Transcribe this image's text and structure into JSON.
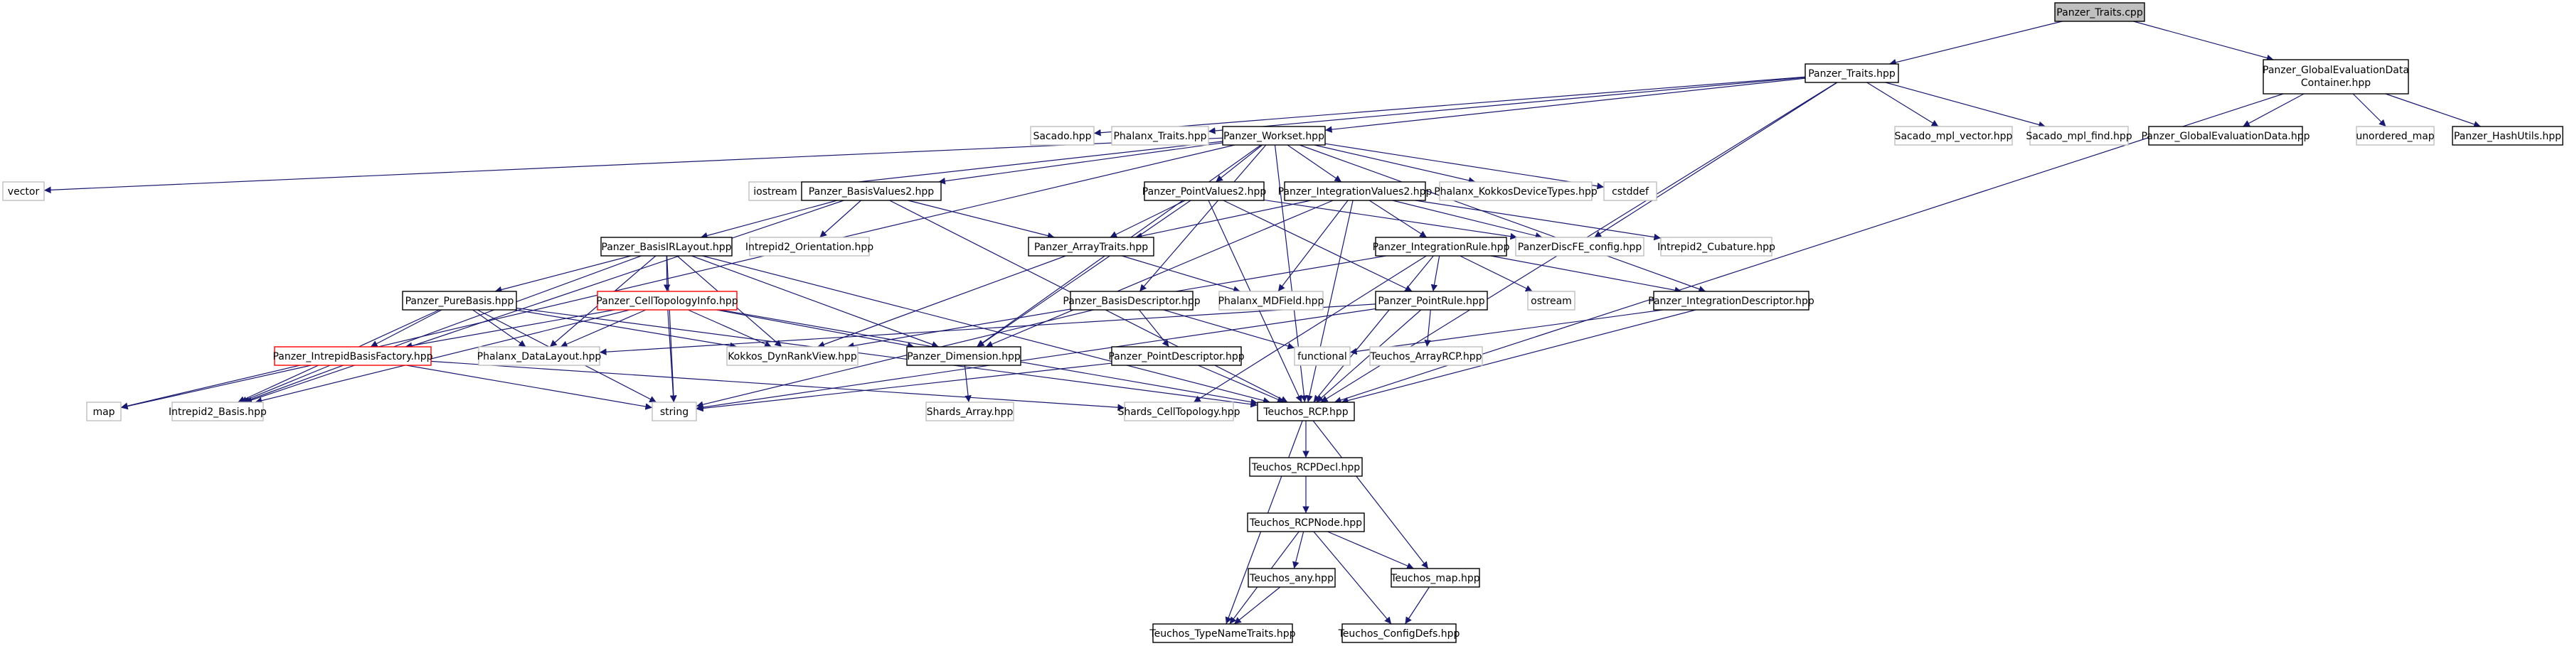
{
  "colors": {
    "edge": "#191970",
    "box_border": "#000000",
    "muted_border": "#bfbfbf",
    "red_border": "#ff0000",
    "root_fill": "#bfbfbf",
    "text": "#000000"
  },
  "nodes": [
    {
      "id": "n0",
      "label": "Panzer_Traits.cpp",
      "style": "root"
    },
    {
      "id": "n1",
      "label": "Panzer_Traits.hpp",
      "style": "normal"
    },
    {
      "id": "n2",
      "label": "Panzer_GlobalEvaluationData",
      "label2": "Container.hpp",
      "style": "normal"
    },
    {
      "id": "n3",
      "label": "Sacado.hpp",
      "style": "muted"
    },
    {
      "id": "n4",
      "label": "Phalanx_Traits.hpp",
      "style": "muted"
    },
    {
      "id": "n5",
      "label": "Panzer_Workset.hpp",
      "style": "normal"
    },
    {
      "id": "n6",
      "label": "Sacado_mpl_vector.hpp",
      "style": "muted"
    },
    {
      "id": "n7",
      "label": "Sacado_mpl_find.hpp",
      "style": "muted"
    },
    {
      "id": "n8",
      "label": "Panzer_GlobalEvaluationData.hpp",
      "style": "normal"
    },
    {
      "id": "n9",
      "label": "unordered_map",
      "style": "muted"
    },
    {
      "id": "n10",
      "label": "Panzer_HashUtils.hpp",
      "style": "normal"
    },
    {
      "id": "n11",
      "label": "vector",
      "style": "muted"
    },
    {
      "id": "n12",
      "label": "iostream",
      "style": "muted"
    },
    {
      "id": "n13",
      "label": "Panzer_BasisValues2.hpp",
      "style": "normal"
    },
    {
      "id": "n14",
      "label": "Panzer_PointValues2.hpp",
      "style": "normal"
    },
    {
      "id": "n15",
      "label": "Panzer_IntegrationValues2.hpp",
      "style": "normal"
    },
    {
      "id": "n16",
      "label": "Phalanx_KokkosDeviceTypes.hpp",
      "style": "muted"
    },
    {
      "id": "n17",
      "label": "cstddef",
      "style": "muted"
    },
    {
      "id": "n18",
      "label": "Intrepid2_Orientation.hpp",
      "style": "muted"
    },
    {
      "id": "n19",
      "label": "Panzer_BasisIRLayout.hpp",
      "style": "normal"
    },
    {
      "id": "n20",
      "label": "Panzer_ArrayTraits.hpp",
      "style": "normal"
    },
    {
      "id": "n21",
      "label": "PanzerDiscFE_config.hpp",
      "style": "muted"
    },
    {
      "id": "n22",
      "label": "Intrepid2_Cubature.hpp",
      "style": "muted"
    },
    {
      "id": "n23",
      "label": "Panzer_IntegrationRule.hpp",
      "style": "normal"
    },
    {
      "id": "n24",
      "label": "Panzer_CellTopologyInfo.hpp",
      "style": "red"
    },
    {
      "id": "n25",
      "label": "Panzer_PureBasis.hpp",
      "style": "normal"
    },
    {
      "id": "n26",
      "label": "Phalanx_MDField.hpp",
      "style": "muted"
    },
    {
      "id": "n27",
      "label": "Panzer_BasisDescriptor.hpp",
      "style": "normal"
    },
    {
      "id": "n28",
      "label": "Panzer_PointRule.hpp",
      "style": "normal"
    },
    {
      "id": "n29",
      "label": "ostream",
      "style": "muted"
    },
    {
      "id": "n30",
      "label": "Panzer_IntegrationDescriptor.hpp",
      "style": "normal"
    },
    {
      "id": "n31",
      "label": "Panzer_IntrepidBasisFactory.hpp",
      "style": "red"
    },
    {
      "id": "n32",
      "label": "Phalanx_DataLayout.hpp",
      "style": "muted"
    },
    {
      "id": "n33",
      "label": "Kokkos_DynRankView.hpp",
      "style": "muted"
    },
    {
      "id": "n34",
      "label": "Panzer_Dimension.hpp",
      "style": "normal"
    },
    {
      "id": "n35",
      "label": "Panzer_PointDescriptor.hpp",
      "style": "normal"
    },
    {
      "id": "n36",
      "label": "functional",
      "style": "muted"
    },
    {
      "id": "n37",
      "label": "Teuchos_ArrayRCP.hpp",
      "style": "muted"
    },
    {
      "id": "n38",
      "label": "map",
      "style": "muted"
    },
    {
      "id": "n39",
      "label": "Intrepid2_Basis.hpp",
      "style": "muted"
    },
    {
      "id": "n40",
      "label": "string",
      "style": "muted"
    },
    {
      "id": "n41",
      "label": "Shards_Array.hpp",
      "style": "muted"
    },
    {
      "id": "n42",
      "label": "Shards_CellTopology.hpp",
      "style": "muted"
    },
    {
      "id": "n43",
      "label": "Teuchos_RCP.hpp",
      "style": "normal"
    },
    {
      "id": "n44",
      "label": "Teuchos_RCPDecl.hpp",
      "style": "normal"
    },
    {
      "id": "n45",
      "label": "Teuchos_RCPNode.hpp",
      "style": "normal"
    },
    {
      "id": "n46",
      "label": "Teuchos_any.hpp",
      "style": "normal"
    },
    {
      "id": "n47",
      "label": "Teuchos_map.hpp",
      "style": "normal"
    },
    {
      "id": "n48",
      "label": "Teuchos_TypeNameTraits.hpp",
      "style": "normal"
    },
    {
      "id": "n49",
      "label": "Teuchos_ConfigDefs.hpp",
      "style": "normal"
    }
  ],
  "edges": [
    [
      "n0",
      "n1"
    ],
    [
      "n0",
      "n2"
    ],
    [
      "n1",
      "n3"
    ],
    [
      "n1",
      "n4"
    ],
    [
      "n1",
      "n5"
    ],
    [
      "n1",
      "n6"
    ],
    [
      "n1",
      "n7"
    ],
    [
      "n1",
      "n21"
    ],
    [
      "n1",
      "n43"
    ],
    [
      "n2",
      "n8"
    ],
    [
      "n2",
      "n9"
    ],
    [
      "n2",
      "n10"
    ],
    [
      "n2",
      "n43"
    ],
    [
      "n5",
      "n11"
    ],
    [
      "n5",
      "n12"
    ],
    [
      "n5",
      "n13"
    ],
    [
      "n5",
      "n14"
    ],
    [
      "n5",
      "n15"
    ],
    [
      "n5",
      "n16"
    ],
    [
      "n5",
      "n17"
    ],
    [
      "n5",
      "n38"
    ],
    [
      "n5",
      "n34"
    ],
    [
      "n5",
      "n27"
    ],
    [
      "n5",
      "n30"
    ],
    [
      "n5",
      "n43"
    ],
    [
      "n13",
      "n18"
    ],
    [
      "n13",
      "n19"
    ],
    [
      "n13",
      "n20"
    ],
    [
      "n13",
      "n39"
    ],
    [
      "n13",
      "n43"
    ],
    [
      "n14",
      "n20"
    ],
    [
      "n14",
      "n21"
    ],
    [
      "n14",
      "n28"
    ],
    [
      "n14",
      "n34"
    ],
    [
      "n14",
      "n43"
    ],
    [
      "n15",
      "n20"
    ],
    [
      "n15",
      "n21"
    ],
    [
      "n15",
      "n22"
    ],
    [
      "n15",
      "n23"
    ],
    [
      "n15",
      "n26"
    ],
    [
      "n15",
      "n34"
    ],
    [
      "n15",
      "n43"
    ],
    [
      "n19",
      "n24"
    ],
    [
      "n19",
      "n25"
    ],
    [
      "n19",
      "n32"
    ],
    [
      "n19",
      "n33"
    ],
    [
      "n19",
      "n34"
    ],
    [
      "n19",
      "n39"
    ],
    [
      "n19",
      "n40"
    ],
    [
      "n19",
      "n43"
    ],
    [
      "n20",
      "n33"
    ],
    [
      "n20",
      "n26"
    ],
    [
      "n23",
      "n28"
    ],
    [
      "n23",
      "n29"
    ],
    [
      "n23",
      "n30"
    ],
    [
      "n23",
      "n33"
    ],
    [
      "n23",
      "n42"
    ],
    [
      "n23",
      "n43"
    ],
    [
      "n24",
      "n31"
    ],
    [
      "n24",
      "n32"
    ],
    [
      "n24",
      "n33"
    ],
    [
      "n24",
      "n34"
    ],
    [
      "n24",
      "n39"
    ],
    [
      "n24",
      "n40"
    ],
    [
      "n24",
      "n43"
    ],
    [
      "n25",
      "n31"
    ],
    [
      "n25",
      "n32"
    ],
    [
      "n25",
      "n33"
    ],
    [
      "n25",
      "n39"
    ],
    [
      "n25",
      "n40"
    ],
    [
      "n25",
      "n43"
    ],
    [
      "n27",
      "n35"
    ],
    [
      "n27",
      "n36"
    ],
    [
      "n27",
      "n40"
    ],
    [
      "n28",
      "n32"
    ],
    [
      "n28",
      "n37"
    ],
    [
      "n28",
      "n40"
    ],
    [
      "n28",
      "n43"
    ],
    [
      "n30",
      "n36"
    ],
    [
      "n30",
      "n43"
    ],
    [
      "n31",
      "n38"
    ],
    [
      "n31",
      "n39"
    ],
    [
      "n31",
      "n40"
    ],
    [
      "n31",
      "n42"
    ],
    [
      "n34",
      "n41"
    ],
    [
      "n35",
      "n40"
    ],
    [
      "n35",
      "n43"
    ],
    [
      "n43",
      "n44"
    ],
    [
      "n43",
      "n47"
    ],
    [
      "n43",
      "n48"
    ],
    [
      "n44",
      "n45"
    ],
    [
      "n45",
      "n46"
    ],
    [
      "n45",
      "n47"
    ],
    [
      "n45",
      "n48"
    ],
    [
      "n45",
      "n49"
    ],
    [
      "n46",
      "n48"
    ],
    [
      "n47",
      "n49"
    ]
  ]
}
